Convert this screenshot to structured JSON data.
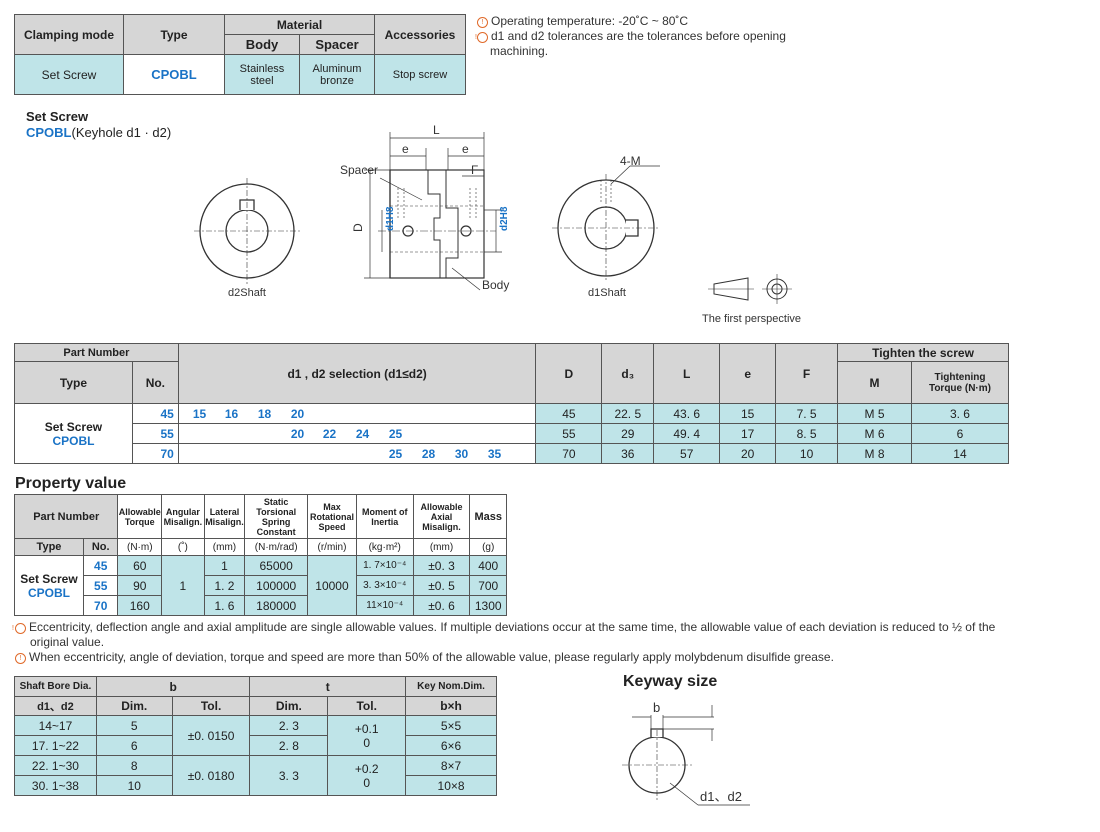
{
  "top_table": {
    "h_clamping": "Clamping mode",
    "h_type": "Type",
    "h_material": "Material",
    "h_body": "Body",
    "h_spacer": "Spacer",
    "h_accessories": "Accessories",
    "v_clamping": "Set Screw",
    "v_type": "CPOBL",
    "v_body": "Stainless steel",
    "v_spacer": "Aluminum bronze",
    "v_accessories": "Stop screw"
  },
  "notes_top": [
    "Operating temperature:  -20˚C  ~  80˚C",
    "d1 and d2 tolerances are the tolerances before opening machining."
  ],
  "drawing": {
    "title": "Set Screw",
    "subtitle_code": "CPOBL",
    "subtitle_rest": "(Keyhole d1 · d2)",
    "label_L": "L",
    "label_e1": "e",
    "label_e2": "e",
    "label_F": "F",
    "label_spacer": "Spacer",
    "label_D": "D",
    "label_d1": "d1H8",
    "label_d2": "d2H8",
    "label_body": "Body",
    "label_4M": "4-M",
    "label_d2shaft": "d2Shaft",
    "label_d1shaft": "d1Shaft",
    "label_perspective": "The first perspective"
  },
  "main_table": {
    "h_part_number": "Part Number",
    "h_type": "Type",
    "h_no": "No.",
    "h_selection": "d1  ,  d2   selection (d1≤d2)",
    "h_D": "D",
    "h_d3": "d₃",
    "h_L": "L",
    "h_e": "e",
    "h_F": "F",
    "h_tighten": "Tighten the screw",
    "h_M": "M",
    "h_torque": "Tightening Torque (N·m)",
    "type_line1": "Set Screw",
    "type_line2": "CPOBL",
    "rows": [
      {
        "no": "45",
        "d": [
          "15",
          "16",
          "18",
          "20",
          "",
          "",
          "",
          "",
          "",
          "",
          "",
          ""
        ],
        "D": "45",
        "d3": "22. 5",
        "L": "43. 6",
        "e": "15",
        "F": "7. 5",
        "M": "M 5",
        "T": "3. 6"
      },
      {
        "no": "55",
        "d": [
          "",
          "",
          "",
          "20",
          "22",
          "24",
          "25",
          "",
          "",
          "",
          "",
          ""
        ],
        "D": "55",
        "d3": "29",
        "L": "49. 4",
        "e": "17",
        "F": "8. 5",
        "M": "M 6",
        "T": "6"
      },
      {
        "no": "70",
        "d": [
          "",
          "",
          "",
          "",
          "",
          "",
          "25",
          "28",
          "30",
          "35",
          "",
          ""
        ],
        "D": "70",
        "d3": "36",
        "L": "57",
        "e": "20",
        "F": "10",
        "M": "M 8",
        "T": "14"
      }
    ]
  },
  "property": {
    "title": "Property value",
    "h_part": "Part Number",
    "h_torque": "Allowable Torque",
    "h_angular": "Angular Misalign.",
    "h_lateral": "Lateral Misalign.",
    "h_static": "Static Torsional Spring Constant",
    "h_maxspeed": "Max Rotational Speed",
    "h_moment": "Moment of Inertia",
    "h_axial": "Allowable Axial Misalign.",
    "h_mass": "Mass",
    "h_type": "Type",
    "h_no": "No.",
    "u_torque": "(N·m)",
    "u_angular": "(˚)",
    "u_lateral": "(mm)",
    "u_static": "(N·m/rad)",
    "u_speed": "(r/min)",
    "u_moment": "(kg·m²)",
    "u_axial": "(mm)",
    "u_mass": "(g)",
    "type_line1": "Set Screw",
    "type_line2": "CPOBL",
    "angular_val": "1",
    "speed_val": "10000",
    "rows": [
      {
        "no": "45",
        "torque": "60",
        "lateral": "1",
        "static": "65000",
        "moment": "1. 7×10⁻⁴",
        "axial": "±0. 3",
        "mass": "400"
      },
      {
        "no": "55",
        "torque": "90",
        "lateral": "1. 2",
        "static": "100000",
        "moment": "3. 3×10⁻⁴",
        "axial": "±0. 5",
        "mass": "700"
      },
      {
        "no": "70",
        "torque": "160",
        "lateral": "1. 6",
        "static": "180000",
        "moment": "11×10⁻⁴",
        "axial": "±0. 6",
        "mass": "1300"
      }
    ]
  },
  "notes_mid": [
    "Eccentricity, deflection angle and axial amplitude are single allowable values. If multiple deviations occur at the same time, the allowable value of each deviation is reduced to ½ of the original value.",
    "When eccentricity, angle of deviation, torque and speed are more than 50% of the allowable value, please regularly apply molybdenum disulfide grease."
  ],
  "keyway_table": {
    "h_bore": "Shaft Bore Dia.",
    "h_b": "b",
    "h_t": "t",
    "h_key": "Key Nom.Dim.",
    "h_d": "d1、d2",
    "h_dim1": "Dim.",
    "h_tol1": "Tol.",
    "h_dim2": "Dim.",
    "h_tol2": "Tol.",
    "h_bxh": "b×h",
    "tol_b1": "±0. 0150",
    "tol_b2": "±0. 0180",
    "t_a": "2. 3",
    "t_b": "2. 8",
    "t_c": "3. 3",
    "tol_t1": "+0.1",
    "tol_t1b": "0",
    "tol_t2": "+0.2",
    "tol_t2b": "0",
    "rows": [
      {
        "d": "14~17",
        "b": "5",
        "key": "5×5"
      },
      {
        "d": "17. 1~22",
        "b": "6",
        "key": "6×6"
      },
      {
        "d": "22. 1~30",
        "b": "8",
        "key": "8×7"
      },
      {
        "d": "30. 1~38",
        "b": "10",
        "key": "10×8"
      }
    ]
  },
  "keyway": {
    "title": "Keyway size",
    "label_b": "b",
    "label_d": "d1、d2"
  }
}
